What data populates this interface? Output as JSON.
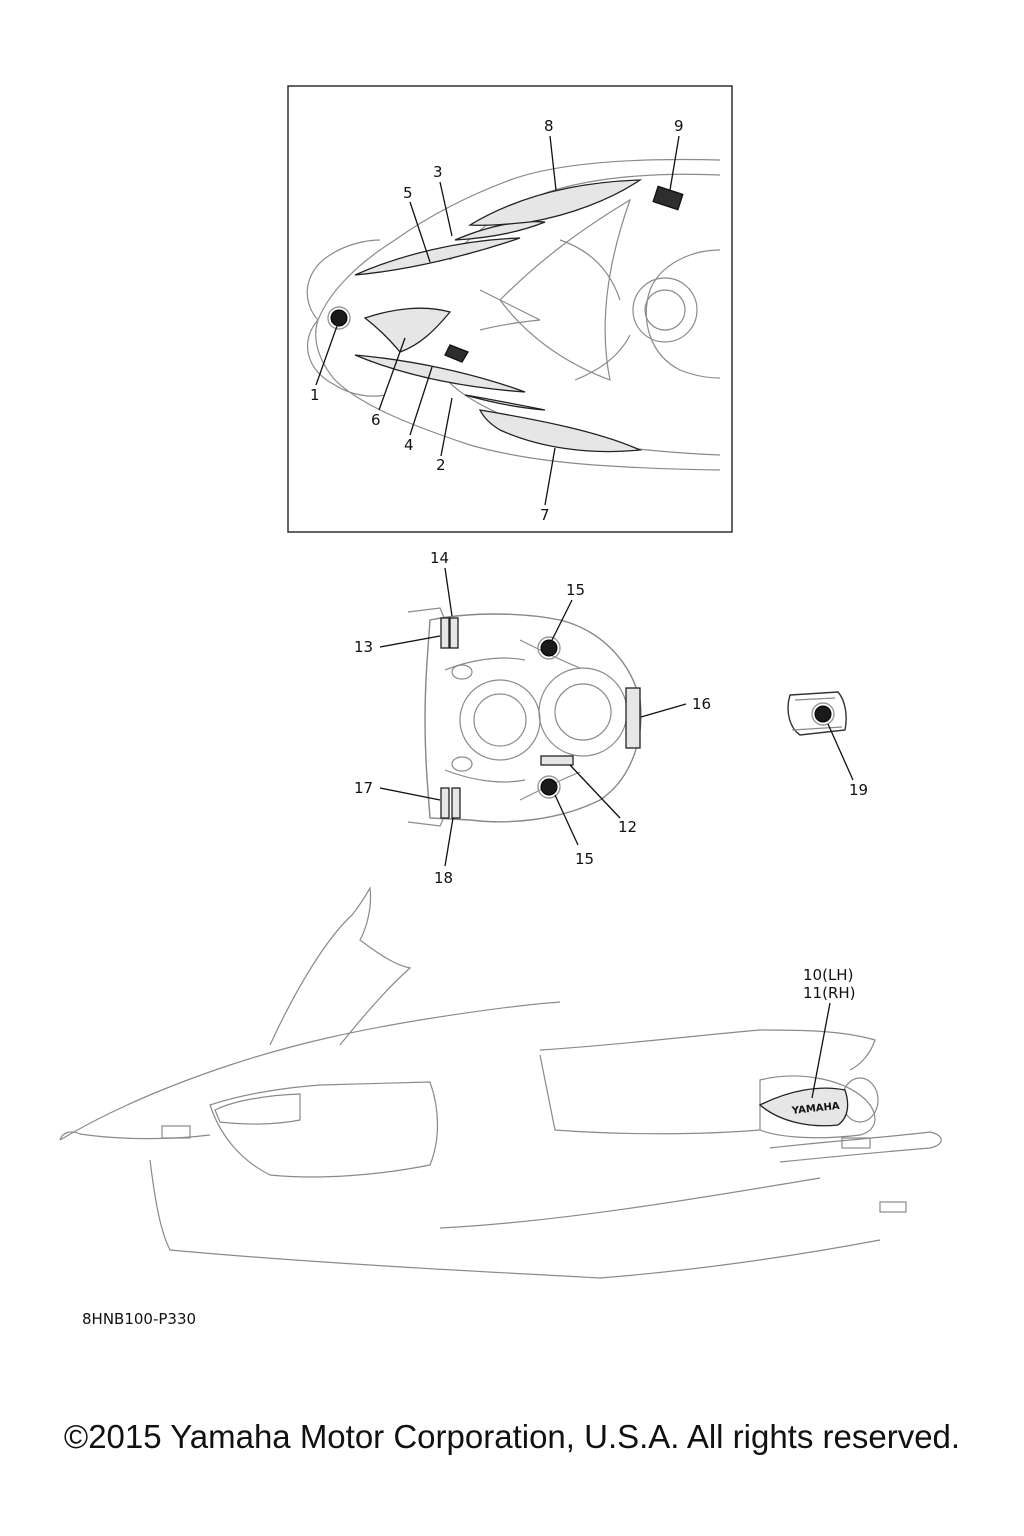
{
  "callouts": {
    "c1": "1",
    "c2": "2",
    "c3": "3",
    "c4": "4",
    "c5": "5",
    "c6": "6",
    "c7": "7",
    "c8": "8",
    "c9": "9",
    "c10_11_lh": "10(LH)",
    "c10_11_rh": "11(RH)",
    "c12": "12",
    "c13": "13",
    "c14": "14",
    "c15_top": "15",
    "c15_bottom": "15",
    "c16": "16",
    "c17": "17",
    "c18": "18",
    "c19": "19"
  },
  "side_decal_text": "YAMAHA",
  "part_code": "8HNB100-P330",
  "copyright": "©2015 Yamaha Motor Corporation, U.S.A. All rights reserved."
}
